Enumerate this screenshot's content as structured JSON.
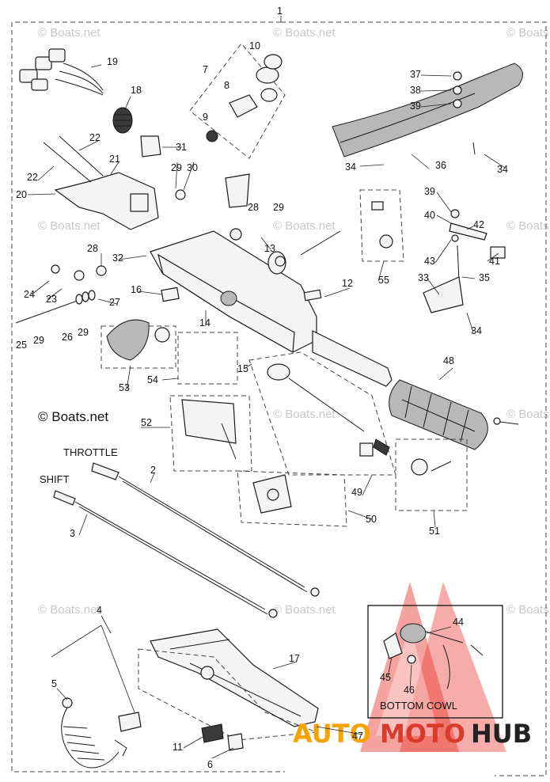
{
  "diagram": {
    "callouts": [
      "1",
      "2",
      "3",
      "4",
      "5",
      "6",
      "7",
      "8",
      "9",
      "10",
      "11",
      "12",
      "13",
      "14",
      "15",
      "16",
      "17",
      "18",
      "19",
      "20",
      "21",
      "22",
      "23",
      "24",
      "25",
      "26",
      "27",
      "28",
      "29",
      "30",
      "31",
      "32",
      "33",
      "34",
      "35",
      "36",
      "37",
      "38",
      "39",
      "40",
      "41",
      "42",
      "43",
      "44",
      "45",
      "46",
      "47",
      "48",
      "49",
      "50",
      "51",
      "52",
      "53",
      "54",
      "55"
    ],
    "labels": {
      "throttle": "THROTTLE",
      "shift": "SHIFT",
      "bottom_cowl": "BOTTOM COWL"
    },
    "copyright": "© Boats.net",
    "watermark": "© Boats.net",
    "brand": {
      "auto": "AUTO",
      "moto": "MOTO",
      "hub": "HUB",
      "colors": {
        "auto": "#f4a300",
        "moto": "#d93a2b",
        "hub": "#222222",
        "triangle": "#e8322a"
      }
    }
  }
}
